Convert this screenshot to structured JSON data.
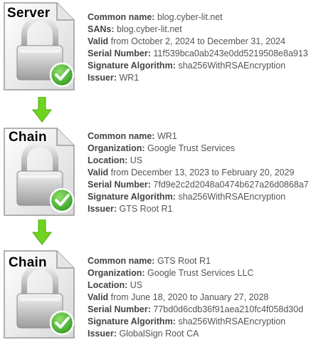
{
  "certificates": [
    {
      "tag": "Server",
      "rows": [
        {
          "label": "Common name:",
          "value": "blog.cyber-lit.net"
        },
        {
          "label": "SANs:",
          "value": "blog.cyber-lit.net"
        },
        {
          "label": "Valid",
          "value": "from October 2, 2024 to December 31, 2024"
        },
        {
          "label": "Serial Number:",
          "value": "11f539bca0ab243e0dd5219508e8a913"
        },
        {
          "label": "Signature Algorithm:",
          "value": "sha256WithRSAEncryption"
        },
        {
          "label": "Issuer:",
          "value": "WR1"
        }
      ]
    },
    {
      "tag": "Chain",
      "rows": [
        {
          "label": "Common name:",
          "value": "WR1"
        },
        {
          "label": "Organization:",
          "value": "Google Trust Services"
        },
        {
          "label": "Location:",
          "value": "US"
        },
        {
          "label": "Valid",
          "value": "from December 13, 2023 to February 20, 2029"
        },
        {
          "label": "Serial Number:",
          "value": "7fd9e2c2d2048a0474b627a26d0868a7"
        },
        {
          "label": "Signature Algorithm:",
          "value": "sha256WithRSAEncryption"
        },
        {
          "label": "Issuer:",
          "value": "GTS Root R1"
        }
      ]
    },
    {
      "tag": "Chain",
      "rows": [
        {
          "label": "Common name:",
          "value": "GTS Root R1"
        },
        {
          "label": "Organization:",
          "value": "Google Trust Services LLC"
        },
        {
          "label": "Location:",
          "value": "US"
        },
        {
          "label": "Valid",
          "value": "from June 18, 2020 to January 27, 2028"
        },
        {
          "label": "Serial Number:",
          "value": "77bd0d6cdb36f91aea210fc4f058d30d"
        },
        {
          "label": "Signature Algorithm:",
          "value": "sha256WithRSAEncryption"
        },
        {
          "label": "Issuer:",
          "value": "GlobalSign Root CA"
        }
      ]
    }
  ],
  "icons": {
    "certificate": "certificate-lock-icon",
    "check": "checkmark-icon",
    "arrow": "arrow-down-icon"
  },
  "colors": {
    "check_green": "#3fae2a",
    "arrow_green": "#6fd41f",
    "label_text": "#444444",
    "value_text": "#555555"
  }
}
